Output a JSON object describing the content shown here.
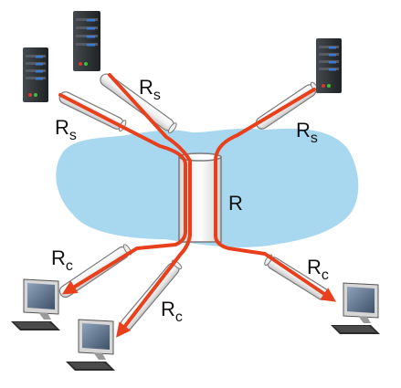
{
  "labels": {
    "rs_top_main": "R",
    "rs_top_sub": "s",
    "rs_left_main": "R",
    "rs_left_sub": "s",
    "rs_right_main": "R",
    "rs_right_sub": "s",
    "r_core": "R",
    "rc_left_main": "R",
    "rc_left_sub": "c",
    "rc_mid_main": "R",
    "rc_mid_sub": "c",
    "rc_right_main": "R",
    "rc_right_sub": "c"
  },
  "colors": {
    "cloud": "#a8d8ef",
    "flow": "#e8401c",
    "pipe_stroke": "#7a7a7a",
    "server_body": "#2f3336",
    "server_led_blue": "#3b7bd6",
    "server_led_green": "#3bbf3b",
    "server_led_red": "#d43b2a",
    "monitor_screen": "#5a6f86"
  },
  "icons": {
    "server": "server-icon",
    "client": "computer-icon"
  }
}
